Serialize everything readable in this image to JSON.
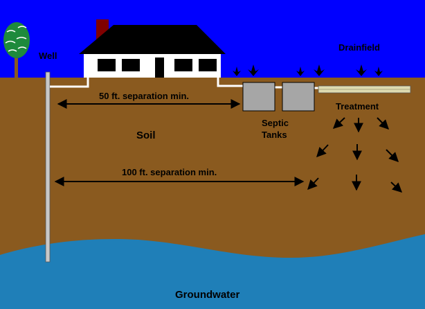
{
  "labels": {
    "well": "Well",
    "drainfield": "Drainfield",
    "separation_50": "50 ft. separation min.",
    "separation_100": "100 ft. separation min.",
    "soil": "Soil",
    "septic_line1": "Septic",
    "septic_line2": "Tanks",
    "treatment": "Treatment",
    "groundwater": "Groundwater"
  },
  "colors": {
    "sky": "#0000ff",
    "soil": "#8a5a1f",
    "groundwater": "#1f7fb8",
    "house": "#ffffff",
    "roof": "#000000",
    "chimney": "#800000",
    "tank": "#a6a6a6",
    "drain_pipe": "#dedbb0",
    "arrow": "#000000"
  }
}
